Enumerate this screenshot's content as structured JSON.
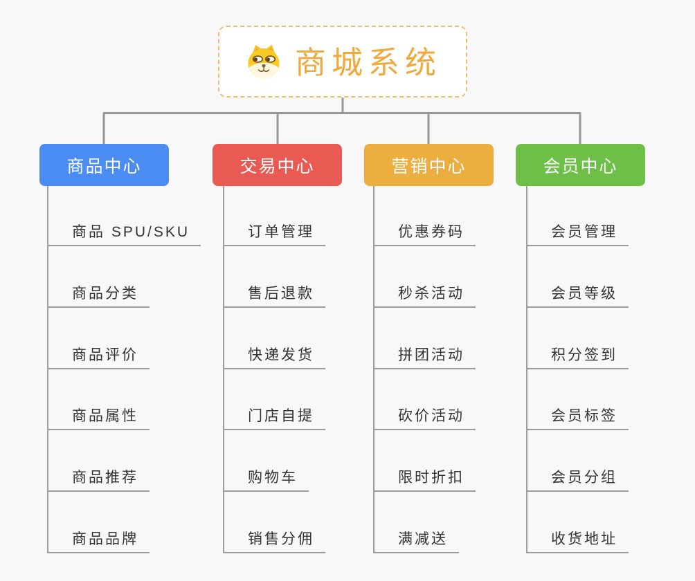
{
  "root": {
    "title": "商城系统",
    "icon": "doge-face-icon"
  },
  "branches": [
    {
      "label": "商品中心",
      "color": "#4A8CF2",
      "children": [
        "商品 SPU/SKU",
        "商品分类",
        "商品评价",
        "商品属性",
        "商品推荐",
        "商品品牌"
      ]
    },
    {
      "label": "交易中心",
      "color": "#E95B52",
      "children": [
        "订单管理",
        "售后退款",
        "快递发货",
        "门店自提",
        "购物车",
        "销售分佣"
      ]
    },
    {
      "label": "营销中心",
      "color": "#ECAE3E",
      "children": [
        "优惠券码",
        "秒杀活动",
        "拼团活动",
        "砍价活动",
        "限时折扣",
        "满减送"
      ]
    },
    {
      "label": "会员中心",
      "color": "#6DBF48",
      "children": [
        "会员管理",
        "会员等级",
        "积分签到",
        "会员标签",
        "会员分组",
        "收货地址"
      ]
    }
  ],
  "colors": {
    "background": "#F8F8F8",
    "connector": "#969696",
    "underline": "#9C9C9C",
    "root_border": "#F3BC6B",
    "root_text": "#F0A93C",
    "child_text": "#333333"
  }
}
